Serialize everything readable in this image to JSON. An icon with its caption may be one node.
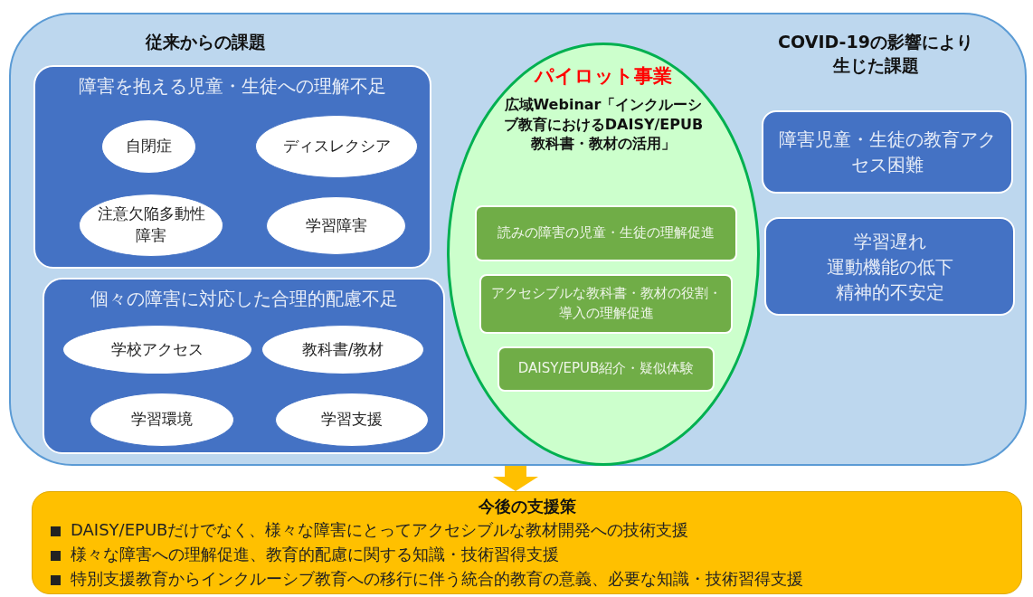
{
  "diagram": {
    "nodes": [
      {
        "text": [
          "従来からの課題",
          "COVID-19の影響により生じた課題"
        ]
      },
      {
        "text": [
          "障害を抱える児童・生徒への理解不足"
        ],
        "in": 0
      },
      {
        "text": [
          "自閉症"
        ],
        "in": 1
      },
      {
        "text": [
          "ディスレクシア"
        ],
        "in": 1
      },
      {
        "text": [
          "注意欠陥多動性障害"
        ],
        "in": 1
      },
      {
        "text": [
          "学習障害"
        ],
        "in": 1
      },
      {
        "text": [
          "個々の障害に対応した合理的配慮不足"
        ],
        "in": 0
      },
      {
        "text": [
          "学校アクセス"
        ],
        "in": 6
      },
      {
        "text": [
          "教科書/教材"
        ],
        "in": 6
      },
      {
        "text": [
          "学習環境"
        ],
        "in": 6
      },
      {
        "text": [
          "学習支援"
        ],
        "in": 6
      },
      {
        "text": [
          "パイロット事業",
          "広域Webinar「インクルーシブ教育におけるDAISY/EPUB 教科書・教材の活用」"
        ],
        "in": 0
      },
      {
        "text": [
          "読みの障害の児童・生徒の理解促進"
        ],
        "in": 11
      },
      {
        "text": [
          "アクセシブルな教科書・教材の役割・導入の理解促進"
        ],
        "in": 11
      },
      {
        "text": [
          "DAISY/EPUB紹介・疑似体験"
        ],
        "in": 11
      },
      {
        "text": [
          "障害児童・生徒の教育アクセス困難"
        ],
        "in": 0
      },
      {
        "text": [
          "学習遅れ",
          "運動機能の低下",
          "精神的不安定"
        ],
        "in": 0
      },
      {
        "text": [
          "今後の支援策",
          "DAISY/EPUBだけでなく、様々な障害にとってアクセシブルな教材開発への技術支援",
          "様々な障害への理解促進、教育的配慮に関する知識・技術習得支援",
          "特別支援教育からインクルーシブ教育への移行に伴う統合的教育の意義、必要な知識・技術習得支援"
        ]
      }
    ],
    "edges": [
      {
        "from": 0,
        "to": 17,
        "arrow": "to"
      }
    ]
  }
}
